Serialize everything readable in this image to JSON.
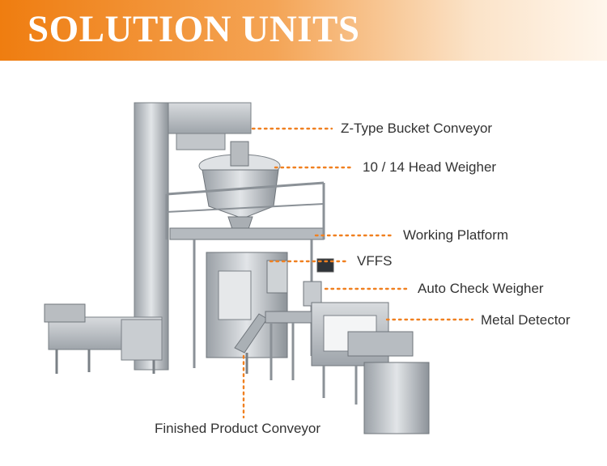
{
  "header": {
    "title": "SOLUTION UNITS"
  },
  "colors": {
    "accent": "#f08020",
    "banner_start": "#ef7d10",
    "banner_end": "#fff6ec",
    "label_text": "#333333"
  },
  "units": [
    {
      "id": "z-type-bucket-conveyor",
      "label": "Z-Type Bucket Conveyor"
    },
    {
      "id": "head-weigher",
      "label": "10 / 14 Head Weigher"
    },
    {
      "id": "working-platform",
      "label": "Working Platform"
    },
    {
      "id": "vffs",
      "label": "VFFS"
    },
    {
      "id": "auto-check-weigher",
      "label": "Auto Check Weigher"
    },
    {
      "id": "metal-detector",
      "label": "Metal Detector"
    },
    {
      "id": "finished-product-conveyor",
      "label": "Finished Product Conveyor"
    }
  ]
}
